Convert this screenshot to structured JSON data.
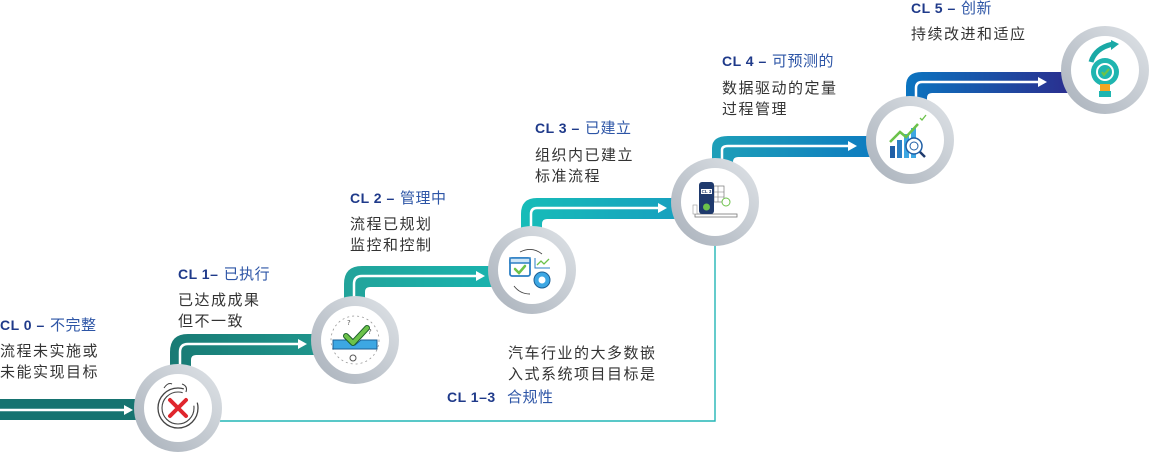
{
  "diagram": {
    "colors": {
      "path_start": "#167370",
      "path_mid1": "#1f9990",
      "path_mid2": "#16b7b8",
      "path_mid3": "#1a9bbd",
      "path_mid4": "#0d73bb",
      "path_end": "#2a2f8f",
      "ring": "#c3c9d0",
      "code_text": "#1f3a8a",
      "name_text": "#2d55a6",
      "note_line": "#22b5b5"
    },
    "levels": [
      {
        "code": "CL 0 –",
        "name": "不完整",
        "desc": [
          "流程未实施或",
          "未能实现目标"
        ],
        "icon": "broken-cycle-x-icon"
      },
      {
        "code": "CL 1–",
        "name": "已执行",
        "desc": [
          "已达成成果",
          "但不一致"
        ],
        "icon": "tray-check-icon"
      },
      {
        "code": "CL 2 –",
        "name": "管理中",
        "desc": [
          "流程已规划",
          "监控和控制"
        ],
        "icon": "calendar-gear-icon"
      },
      {
        "code": "CL 3 –",
        "name": "已建立",
        "desc": [
          "组织内已建立",
          "标准流程"
        ],
        "icon": "cl3-document-icon",
        "icon_label": "CL 3"
      },
      {
        "code": "CL 4 –",
        "name": "可预测的",
        "desc": [
          "数据驱动的定量",
          "过程管理"
        ],
        "icon": "growth-chart-icon"
      },
      {
        "code": "CL 5 –",
        "name": "创新",
        "desc": [
          "持续改进和适应"
        ],
        "icon": "lightbulb-arrow-icon"
      }
    ],
    "note": {
      "lines": [
        "汽车行业的大多数嵌",
        "入式系统项目目标是"
      ],
      "code": "CL 1–3",
      "name": "合规性"
    }
  }
}
